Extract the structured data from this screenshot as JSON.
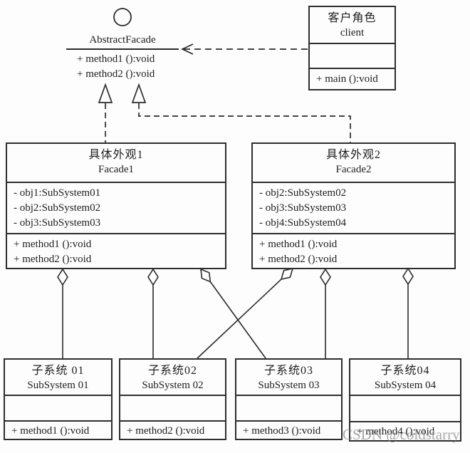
{
  "colors": {
    "line": "#2b2b2b",
    "box_border": "#2e2e2e",
    "background": "#fdfdfd",
    "watermark": "#8c8c8c"
  },
  "watermark": "CSDN @coldstarry",
  "interface": {
    "name": "AbstractFacade",
    "methods": [
      "+ method1 ():void",
      "+ method2 ():void"
    ]
  },
  "client": {
    "title_zh": "客户角色",
    "title_en": "client",
    "methods": [
      "+ main ():void"
    ]
  },
  "facade1": {
    "title_zh": "具体外观1",
    "title_en": "Facade1",
    "attributes": [
      "- obj1:SubSystem01",
      "- obj2:SubSystem02",
      "- obj3:SubSystem03"
    ],
    "methods": [
      "+ method1 ():void",
      "+ method2 ():void"
    ]
  },
  "facade2": {
    "title_zh": "具体外观2",
    "title_en": "Facade2",
    "attributes": [
      "- obj2:SubSystem02",
      "- obj3:SubSystem03",
      "- obj4:SubSystem04"
    ],
    "methods": [
      "+ method1 ():void",
      "+ method2 ():void"
    ]
  },
  "subsystem1": {
    "title_zh": "子系统 01",
    "title_en": "SubSystem 01",
    "methods": [
      "+ method1 ():void"
    ]
  },
  "subsystem2": {
    "title_zh": "子系统02",
    "title_en": "SubSystem 02",
    "methods": [
      "+ method2 ():void"
    ]
  },
  "subsystem3": {
    "title_zh": "子系统03",
    "title_en": "SubSystem 03",
    "methods": [
      "+ method3 ():void"
    ]
  },
  "subsystem4": {
    "title_zh": "子系统04",
    "title_en": "SubSystem 04",
    "methods": [
      "+ method4 ():void"
    ]
  }
}
